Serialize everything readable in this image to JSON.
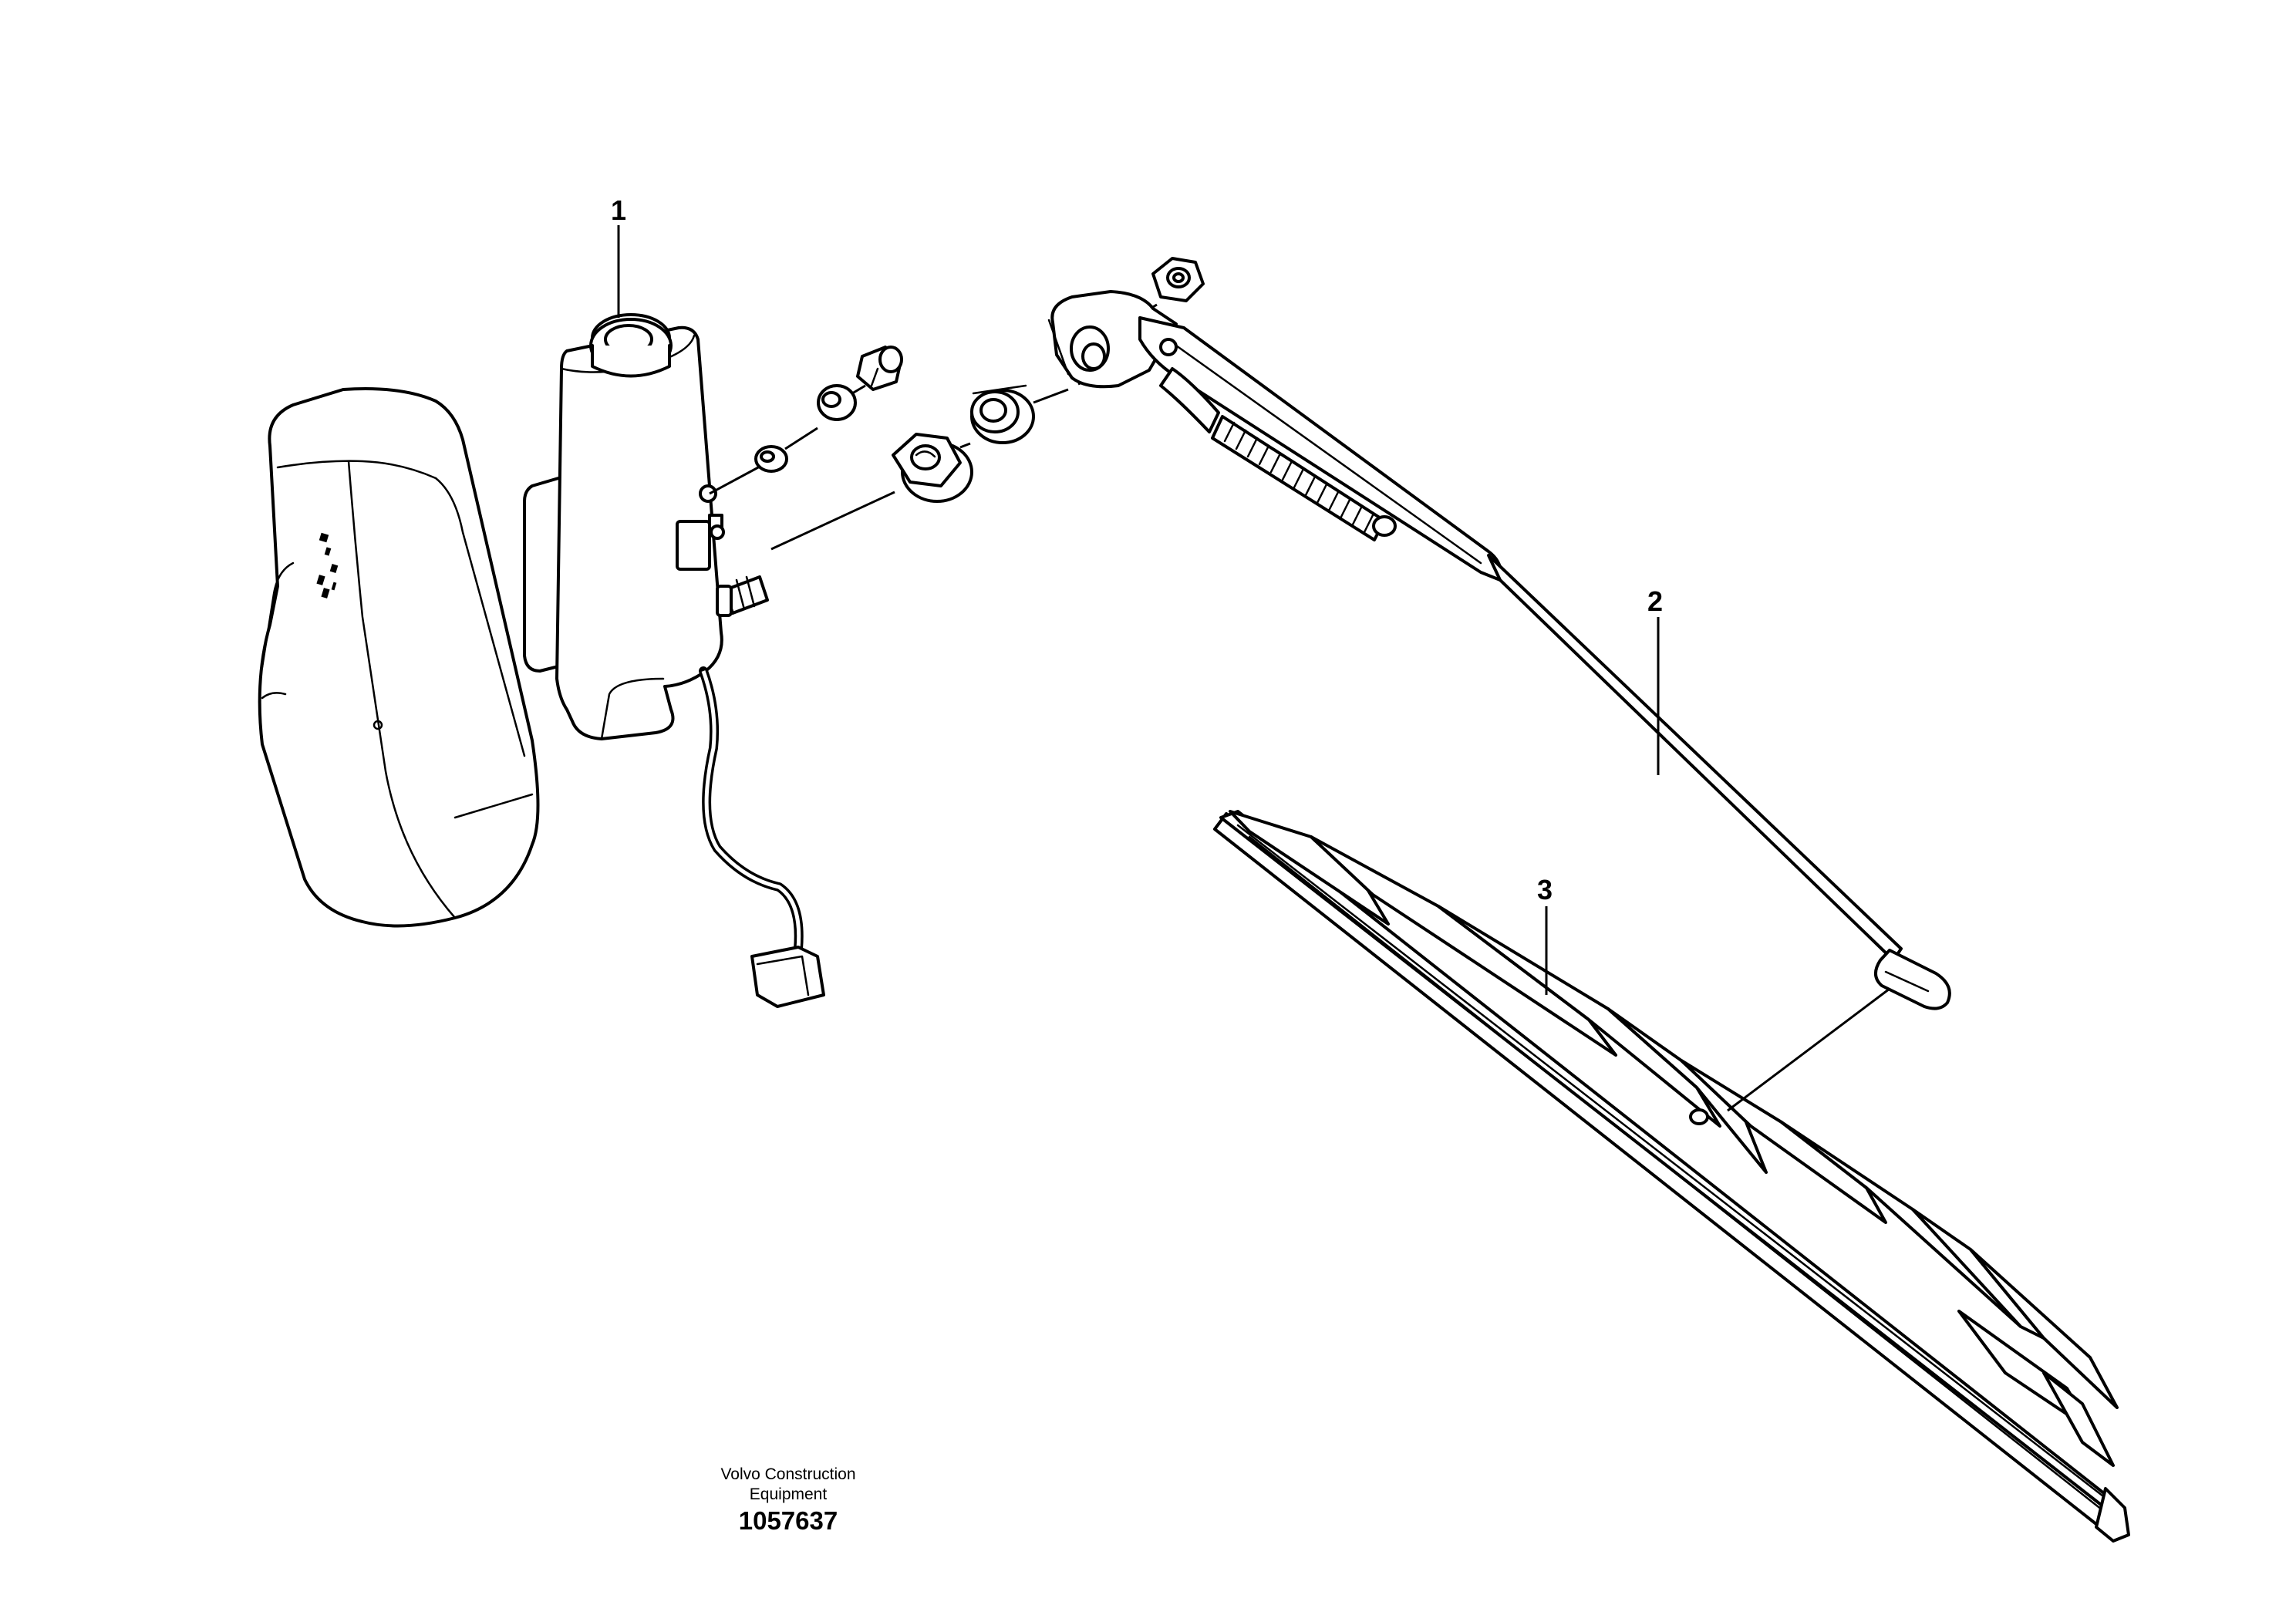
{
  "callouts": [
    {
      "id": "1",
      "label": "1"
    },
    {
      "id": "2",
      "label": "2"
    },
    {
      "id": "3",
      "label": "3"
    }
  ],
  "footer": {
    "company_line1": "Volvo Construction",
    "company_line2": "Equipment",
    "drawing_number": "1057637"
  },
  "colors": {
    "line": "#000000",
    "background": "#ffffff"
  }
}
